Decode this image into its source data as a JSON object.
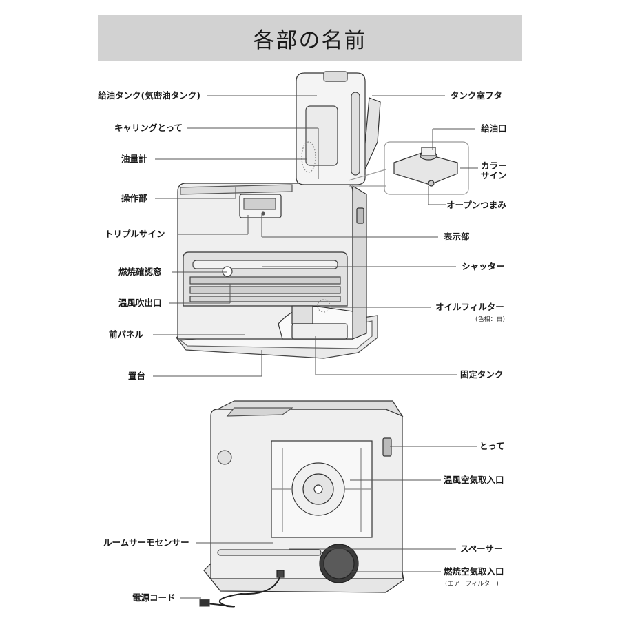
{
  "title": "各部の名前",
  "front_labels": {
    "tank": "給油タンク(気密油タンク)",
    "carry_handle": "キャリングとって",
    "oil_gauge": "油量計",
    "control": "操作部",
    "triple_sign": "トリプルサイン",
    "flame_window": "燃焼確認窓",
    "warm_outlet": "温風吹出口",
    "front_panel": "前パネル",
    "base": "置台",
    "tank_lid": "タンク室フタ",
    "fill_port": "給油口",
    "color_sign_1": "カラー",
    "color_sign_2": "サイン",
    "open_knob": "オープンつまみ",
    "display": "表示部",
    "shutter": "シャッター",
    "oil_filter": "オイルフィルター",
    "oil_filter_note": "(色相：白)",
    "fixed_tank": "固定タンク"
  },
  "back_labels": {
    "handle": "とって",
    "warm_air_intake": "温風空気取入口",
    "room_sensor": "ルームサーモセンサー",
    "spacer": "スペーサー",
    "combustion_intake": "燃焼空気取入口",
    "air_filter_note": "(エアーフィルター)",
    "power_cord": "電源コード"
  }
}
